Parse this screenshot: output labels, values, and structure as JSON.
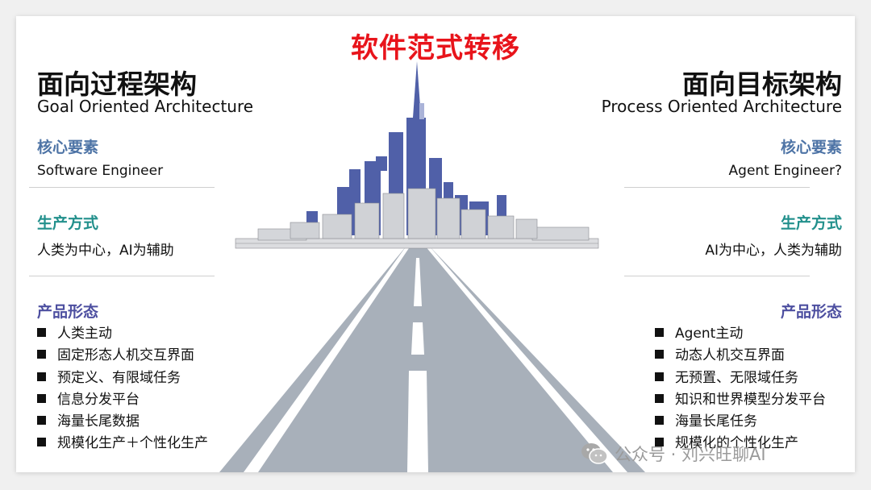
{
  "title": "软件范式转移",
  "left": {
    "title": "面向过程架构",
    "subtitle": "Goal Oriented Architecture",
    "core_head": "核心要素",
    "core_text": "Software Engineer",
    "prod_head": "生产方式",
    "prod_text": "人类为中心，AI为辅助",
    "form_head": "产品形态",
    "items": [
      "人类主动",
      "固定形态人机交互界面",
      "预定义、有限域任务",
      "信息分发平台",
      "海量长尾数据",
      "规模化生产＋个性化生产"
    ]
  },
  "right": {
    "title": "面向目标架构",
    "subtitle": "Process Oriented Architecture",
    "core_head": "核心要素",
    "core_text": "Agent Engineer?",
    "prod_head": "生产方式",
    "prod_text": "AI为中心，人类为辅助",
    "form_head": "产品形态",
    "items": [
      "Agent主动",
      "动态人机交互界面",
      "无预置、无限域任务",
      "知识和世界模型分发平台",
      "海量长尾任务",
      "规模化的个性化生产"
    ]
  },
  "watermark": "公众号 · 刘兴旺聊AI",
  "colors": {
    "title_red": "#e8141b",
    "blue_head": "#4e74a6",
    "teal_head": "#22908c",
    "purple_head": "#4d4fa0",
    "road": "#a8b0ba",
    "building_blue": "#5060a8",
    "building_gray": "#d0d2d6"
  },
  "icons": [
    "city-skyline-illustration",
    "road-illustration",
    "wechat-icon"
  ]
}
